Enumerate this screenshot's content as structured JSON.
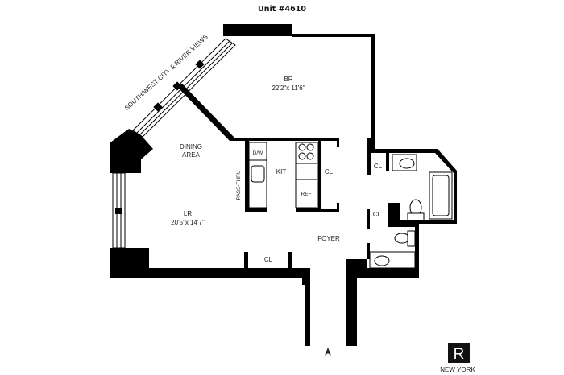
{
  "title": "Unit #4610",
  "view_label": "SOUTH/WEST CITY & RIVER VIEWS",
  "rooms": {
    "br": {
      "name": "BR",
      "dims": "22'2\"x 11'6\""
    },
    "dining": {
      "line1": "DINING",
      "line2": "AREA"
    },
    "lr": {
      "name": "LR",
      "dims": "20'5\"x 14'7\""
    },
    "kit": "KIT",
    "foyer": "FOYER",
    "closet_kitchen": "CL",
    "closet_foyer": "CL",
    "closet_bath_upper": "CL",
    "closet_bath_lower": "CL"
  },
  "fixtures": {
    "dishwasher": "D/W",
    "refrigerator": "REF",
    "pass_thru": "PASS-THRU"
  },
  "logo": {
    "letter": "R",
    "city": "NEW YORK"
  }
}
